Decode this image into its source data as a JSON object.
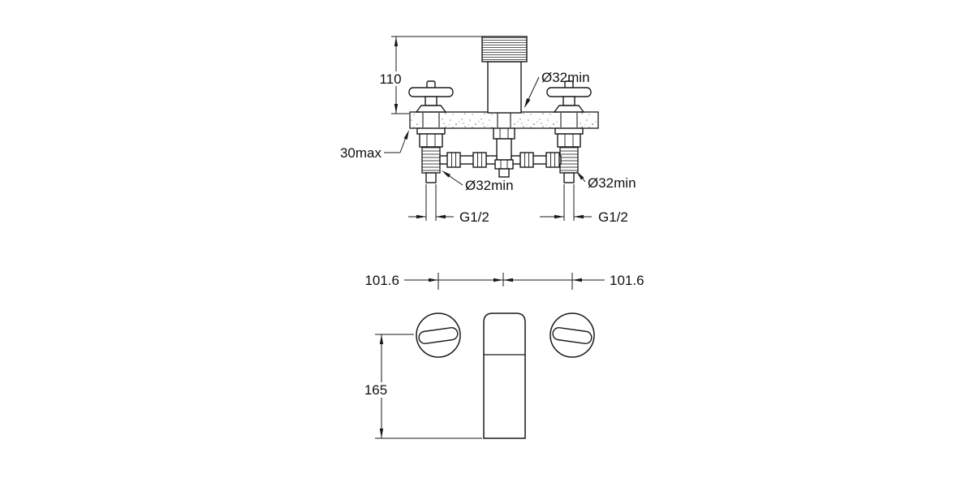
{
  "drawing": {
    "background_color": "#ffffff",
    "line_color": "#1a1a1a",
    "front_view": {
      "height_dim": "110",
      "spout_hole_dim": "Ø32min",
      "deck_thickness_dim": "30max",
      "left_hole_dim": "Ø32min",
      "right_hole_dim": "Ø32min",
      "left_thread_dim": "G1/2",
      "right_thread_dim": "G1/2"
    },
    "plan_view": {
      "left_spacing_dim": "101.6",
      "right_spacing_dim": "101.6",
      "depth_dim": "165"
    }
  }
}
